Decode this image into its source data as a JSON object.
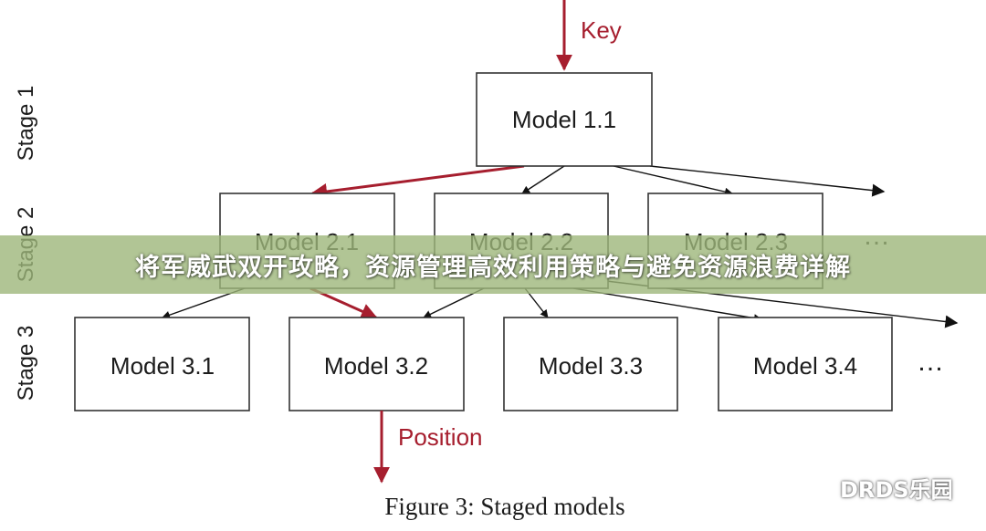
{
  "banner_title": "将军威武双开攻略，资源管理高效利用策略与避免资源浪费详解",
  "watermark": "DRDS乐园",
  "diagram": {
    "stages": [
      "Stage 1",
      "Stage 2",
      "Stage 3"
    ],
    "annotations": {
      "key": "Key",
      "position": "Position"
    },
    "ellipsis": "…",
    "caption": "Figure 3: Staged models",
    "nodes": {
      "m11": "Model 1.1",
      "m21": "Model 2.1",
      "m22": "Model 2.2",
      "m23": "Model 2.3",
      "m31": "Model 3.1",
      "m32": "Model 3.2",
      "m33": "Model 3.3",
      "m34": "Model 3.4"
    }
  }
}
